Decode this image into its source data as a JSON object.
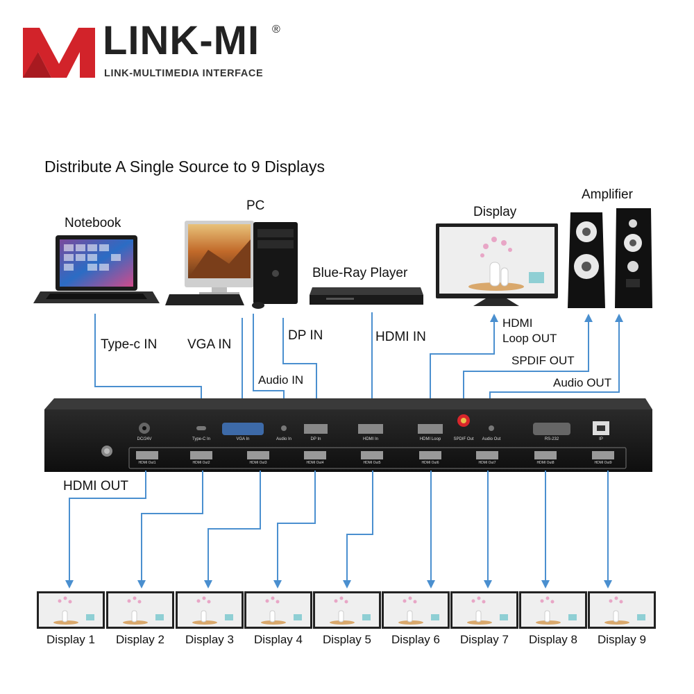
{
  "brand": {
    "name": "LINK-MI",
    "registered": "®",
    "tagline": "LINK-MULTIMEDIA INTERFACE",
    "logo_color": "#d2232a"
  },
  "headline": "Distribute A Single Source to 9 Displays",
  "sources": {
    "notebook": "Notebook",
    "pc": "PC",
    "bluray": "Blue-Ray Player",
    "display": "Display",
    "amplifier": "Amplifier"
  },
  "connections": {
    "typec_in": "Type-c IN",
    "vga_in": "VGA IN",
    "dp_in": "DP IN",
    "audio_in": "Audio IN",
    "hdmi_in": "HDMI IN",
    "hdmi_loop_out_1": "HDMI",
    "hdmi_loop_out_2": "Loop OUT",
    "spdif_out": "SPDIF OUT",
    "audio_out": "Audio OUT",
    "hdmi_out": "HDMI OUT"
  },
  "panel_ports": [
    "DC/24V",
    "Type-C In",
    "VGA In",
    "Audio In",
    "DP In",
    "HDMI In",
    "HDMI Loop",
    "SPDIF Out",
    "Audio Out",
    "RS-232",
    "IP"
  ],
  "panel_outputs": [
    "HDMI Out1",
    "HDMI Out2",
    "HDMI Out3",
    "HDMI Out4",
    "HDMI Out5",
    "HDMI Out6",
    "HDMI Out7",
    "HDMI Out8",
    "HDMI Out9"
  ],
  "displays": [
    "Display 1",
    "Display 2",
    "Display 3",
    "Display 4",
    "Display 5",
    "Display 6",
    "Display 7",
    "Display 8",
    "Display 9"
  ],
  "colors": {
    "line": "#4a8fcf",
    "device": "#1a1a1a"
  },
  "icons": {
    "laptop": "laptop-icon",
    "pc": "desktop-pc-icon",
    "bluray": "bluray-player-icon",
    "tv": "tv-display-icon",
    "speaker": "speaker-icon",
    "ground": "ground-icon"
  }
}
